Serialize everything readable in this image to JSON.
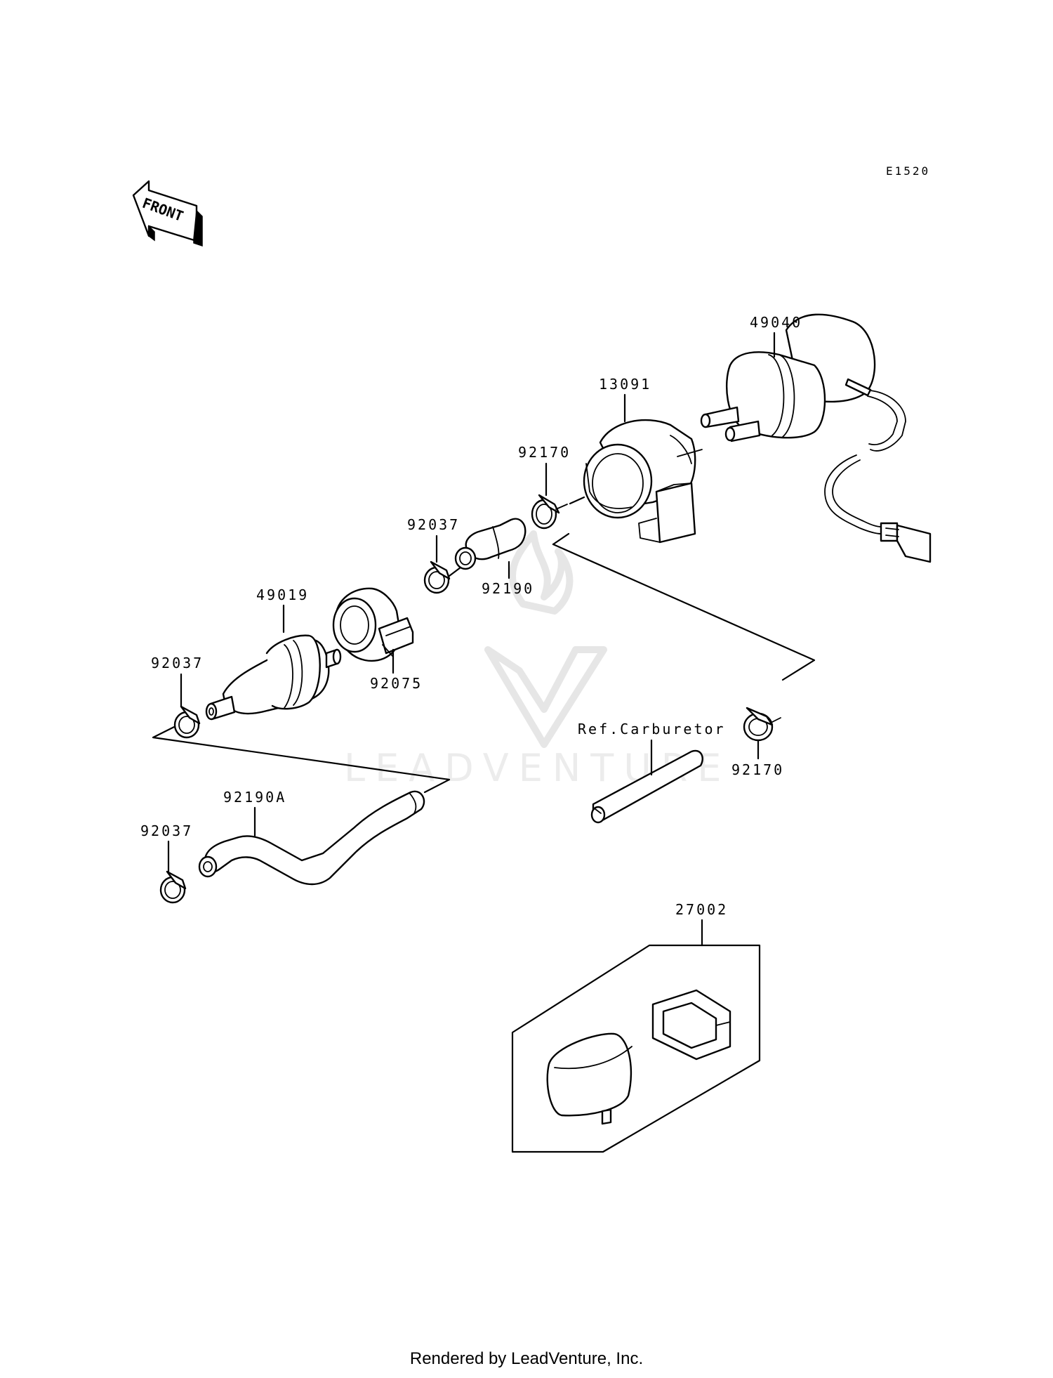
{
  "diagram_code": "E1520",
  "front_label": "FRONT",
  "watermark": "LEADVENTURE",
  "parts": {
    "p49040": "49040",
    "p13091": "13091",
    "p92170_top": "92170",
    "p92037_mid": "92037",
    "p92190": "92190",
    "p49019": "49019",
    "p92075": "92075",
    "p92037_left": "92037",
    "p92170_right": "92170",
    "ref_carburetor": "Ref.Carburetor",
    "p92190A": "92190A",
    "p92037_bottom": "92037",
    "p27002": "27002"
  },
  "footer": "Rendered by LeadVenture, Inc."
}
